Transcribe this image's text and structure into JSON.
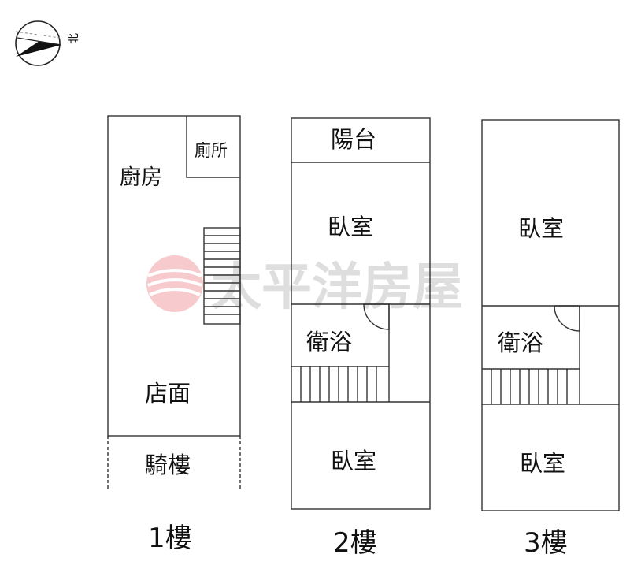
{
  "compass": {
    "label": "北"
  },
  "watermark": {
    "text": "太平洋房屋",
    "color": "#e8606a"
  },
  "floors": [
    {
      "label": "1樓",
      "rooms": {
        "kitchen": "廚房",
        "toilet": "廁所",
        "shop": "店面",
        "arcade": "騎樓"
      }
    },
    {
      "label": "2樓",
      "rooms": {
        "balcony": "陽台",
        "bedroom_top": "臥室",
        "bath": "衛浴",
        "bedroom_bottom": "臥室"
      }
    },
    {
      "label": "3樓",
      "rooms": {
        "bedroom_top": "臥室",
        "bath": "衛浴",
        "bedroom_bottom": "臥室"
      }
    }
  ]
}
